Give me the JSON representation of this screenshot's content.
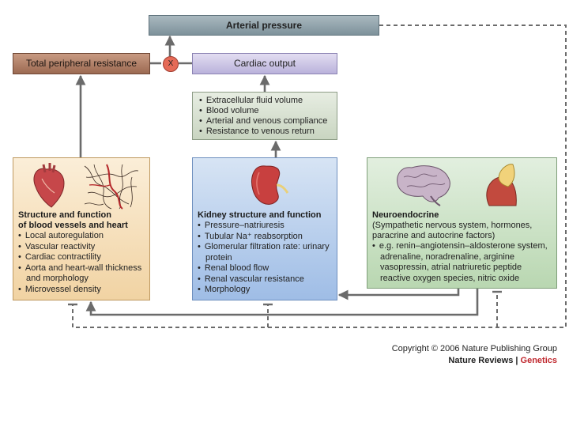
{
  "arterial_pressure": "Arterial pressure",
  "total_peripheral_resistance": "Total peripheral resistance",
  "cardiac_output": "Cardiac output",
  "multiply_symbol": "X",
  "co_determinants": [
    "Extracellular fluid volume",
    "Blood volume",
    "Arterial and venous compliance",
    "Resistance to venous return"
  ],
  "vessels_heart": {
    "title_line1": "Structure and function",
    "title_line2": "of blood vessels and heart",
    "items": [
      "Local autoregulation",
      "Vascular reactivity",
      "Cardiac contractility",
      "Aorta and heart-wall thickness and morphology",
      "Microvessel density"
    ]
  },
  "kidney": {
    "title": "Kidney structure and function",
    "items": [
      "Pressure–natriuresis",
      "Tubular Na⁺ reabsorption",
      "Glomerular filtration rate: urinary protein",
      "Renal blood flow",
      "Renal vascular resistance",
      "Morphology"
    ]
  },
  "neuroendocrine": {
    "title": "Neuroendocrine",
    "subtitle": "(Sympathetic nervous system, hormones, paracrine and autocrine factors)",
    "items": [
      "e.g. renin–angiotensin–aldosterone system, adrenaline, noradrenaline, arginine vasopressin, atrial natriuretic peptide reactive oxygen species, nitric oxide"
    ]
  },
  "copyright": "Copyright © 2006 Nature Publishing Group",
  "brand_journal": "Nature Reviews",
  "brand_separator": " | ",
  "brand_section": "Genetics",
  "colors": {
    "arrow": "#6b6b6b",
    "multiply_node": "#e56a57",
    "genetics_red": "#c0282e"
  }
}
